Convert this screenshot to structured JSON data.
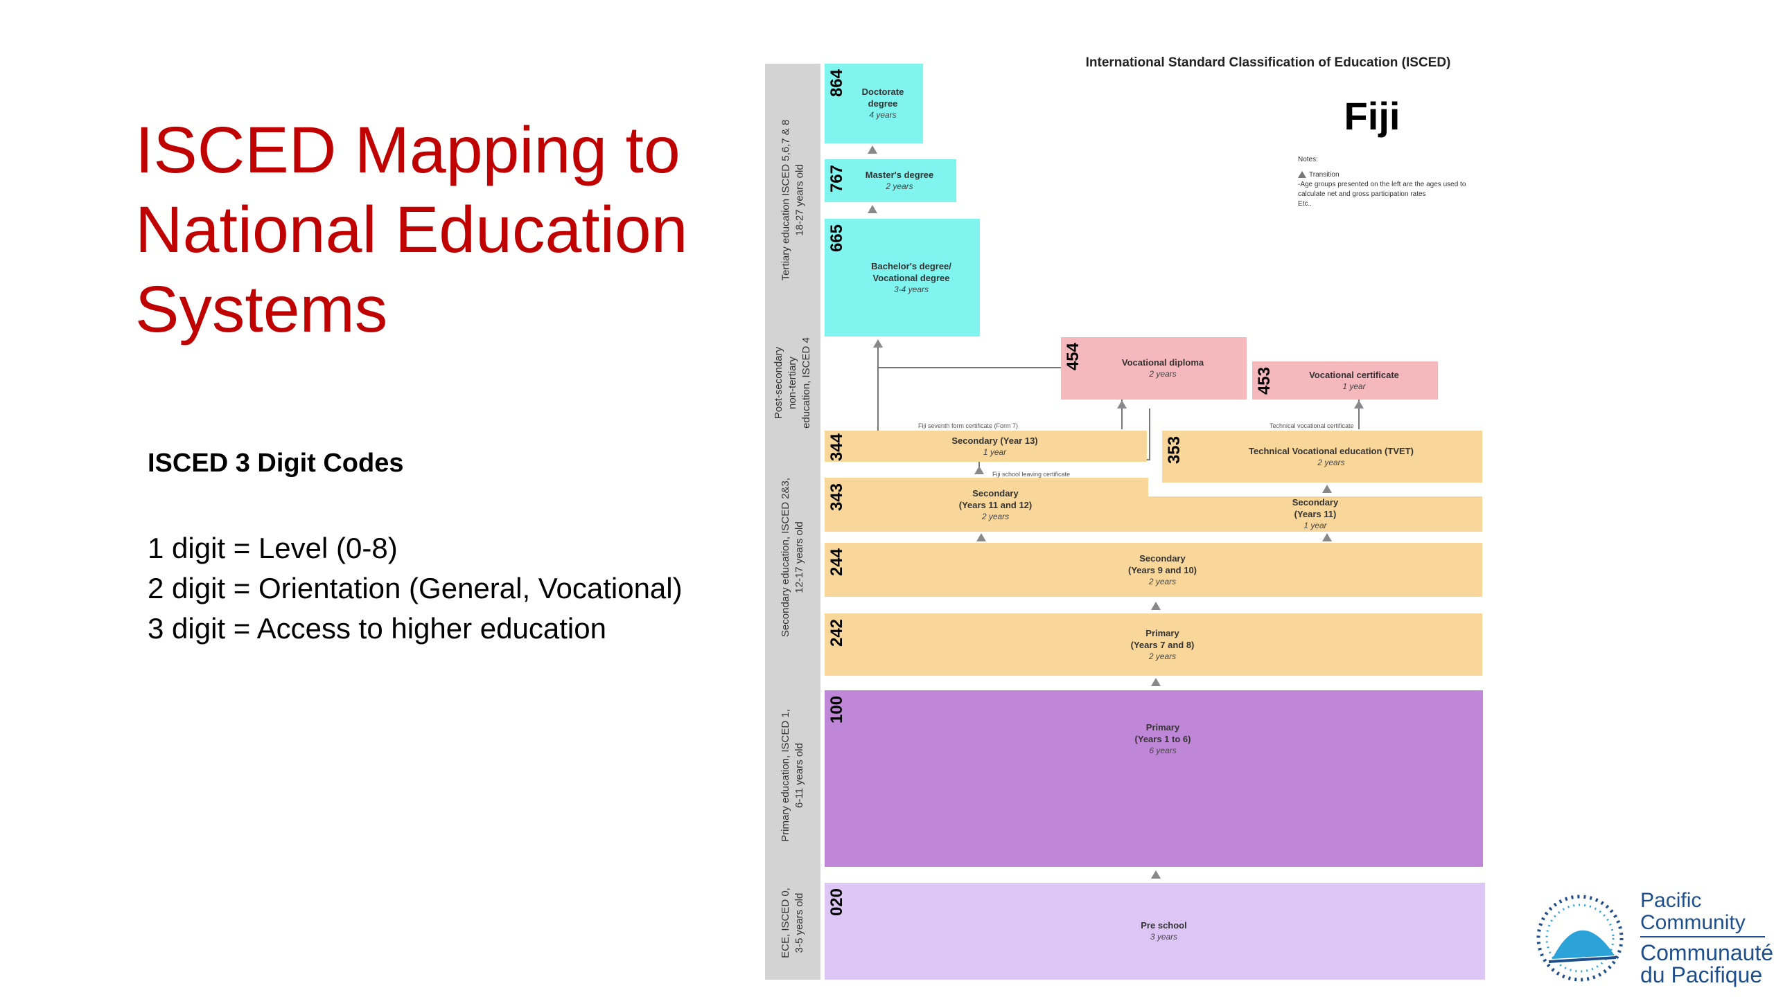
{
  "slide": {
    "title": "ISCED Mapping to National Education Systems",
    "codes_heading": "ISCED 3 Digit Codes",
    "code_lines": [
      "1 digit = Level (0-8)",
      "2 digit = Orientation (General, Vocational)",
      "3 digit = Access to higher education"
    ]
  },
  "diagram": {
    "title": "International Standard Classification of Education (ISCED)",
    "country": "Fiji",
    "notes_label": "Notes:",
    "notes_transition": "Transition",
    "notes_text": "-Age groups presented on the left are the ages used to calculate net and gross participation rates",
    "notes_etc": "Etc..",
    "bands": [
      "Tertiary education ISCED 5,6,7 & 8\n18-27 years old",
      "Post-secondary\nnon-tertiary\neducation, ISCED 4",
      "Secondary education, ISCED 2&3,\n12-17 years old",
      "Primary education, ISCED 1,\n6-11 years old",
      "ECE, ISCED 0,\n3-5 years old"
    ],
    "programmes": [
      {
        "code": "864",
        "name": "Doctorate\ndegree",
        "duration": "4 years"
      },
      {
        "code": "767",
        "name": "Master's degree",
        "duration": "2 years"
      },
      {
        "code": "665",
        "name": "Bachelor's degree/\nVocational degree",
        "duration": "3-4 years"
      },
      {
        "code": "454",
        "name": "Vocational diploma",
        "duration": "2 years"
      },
      {
        "code": "453",
        "name": "Vocational certificate",
        "duration": "1 year"
      },
      {
        "code": "344",
        "name": "Secondary (Year 13)",
        "duration": "1 year"
      },
      {
        "code": "353",
        "name": "Technical Vocational education (TVET)",
        "duration": "2 years"
      },
      {
        "code": "343",
        "name": "Secondary\n(Years 11 and 12)",
        "duration": "2 years"
      },
      {
        "code": "",
        "name": "Secondary\n(Years 11)",
        "duration": "1 year"
      },
      {
        "code": "244",
        "name": "Secondary\n(Years 9 and 10)",
        "duration": "2 years"
      },
      {
        "code": "242",
        "name": "Primary\n(Years 7 and 8)",
        "duration": "2 years"
      },
      {
        "code": "100",
        "name": "Primary\n(Years 1 to 6)",
        "duration": "6 years"
      },
      {
        "code": "020",
        "name": "Pre school",
        "duration": "3 years"
      }
    ],
    "certificates": {
      "fiji_seventh": "Fiji seventh form certificate (Form 7)",
      "technical": "Technical vocational certificate",
      "school_leaving": "Fiji school leaving certificate"
    },
    "colors": {
      "tertiary": "#80f5ef",
      "post_secondary": "#f5b8bd",
      "secondary": "#f9d79b",
      "primary": "#c087d8",
      "ece": "#ddc6f6",
      "band": "#d3d3d3",
      "title": "#c00000"
    }
  },
  "logo": {
    "line1": "Pacific",
    "line2": "Community",
    "line3": "Communauté",
    "line4": "du Pacifique"
  }
}
